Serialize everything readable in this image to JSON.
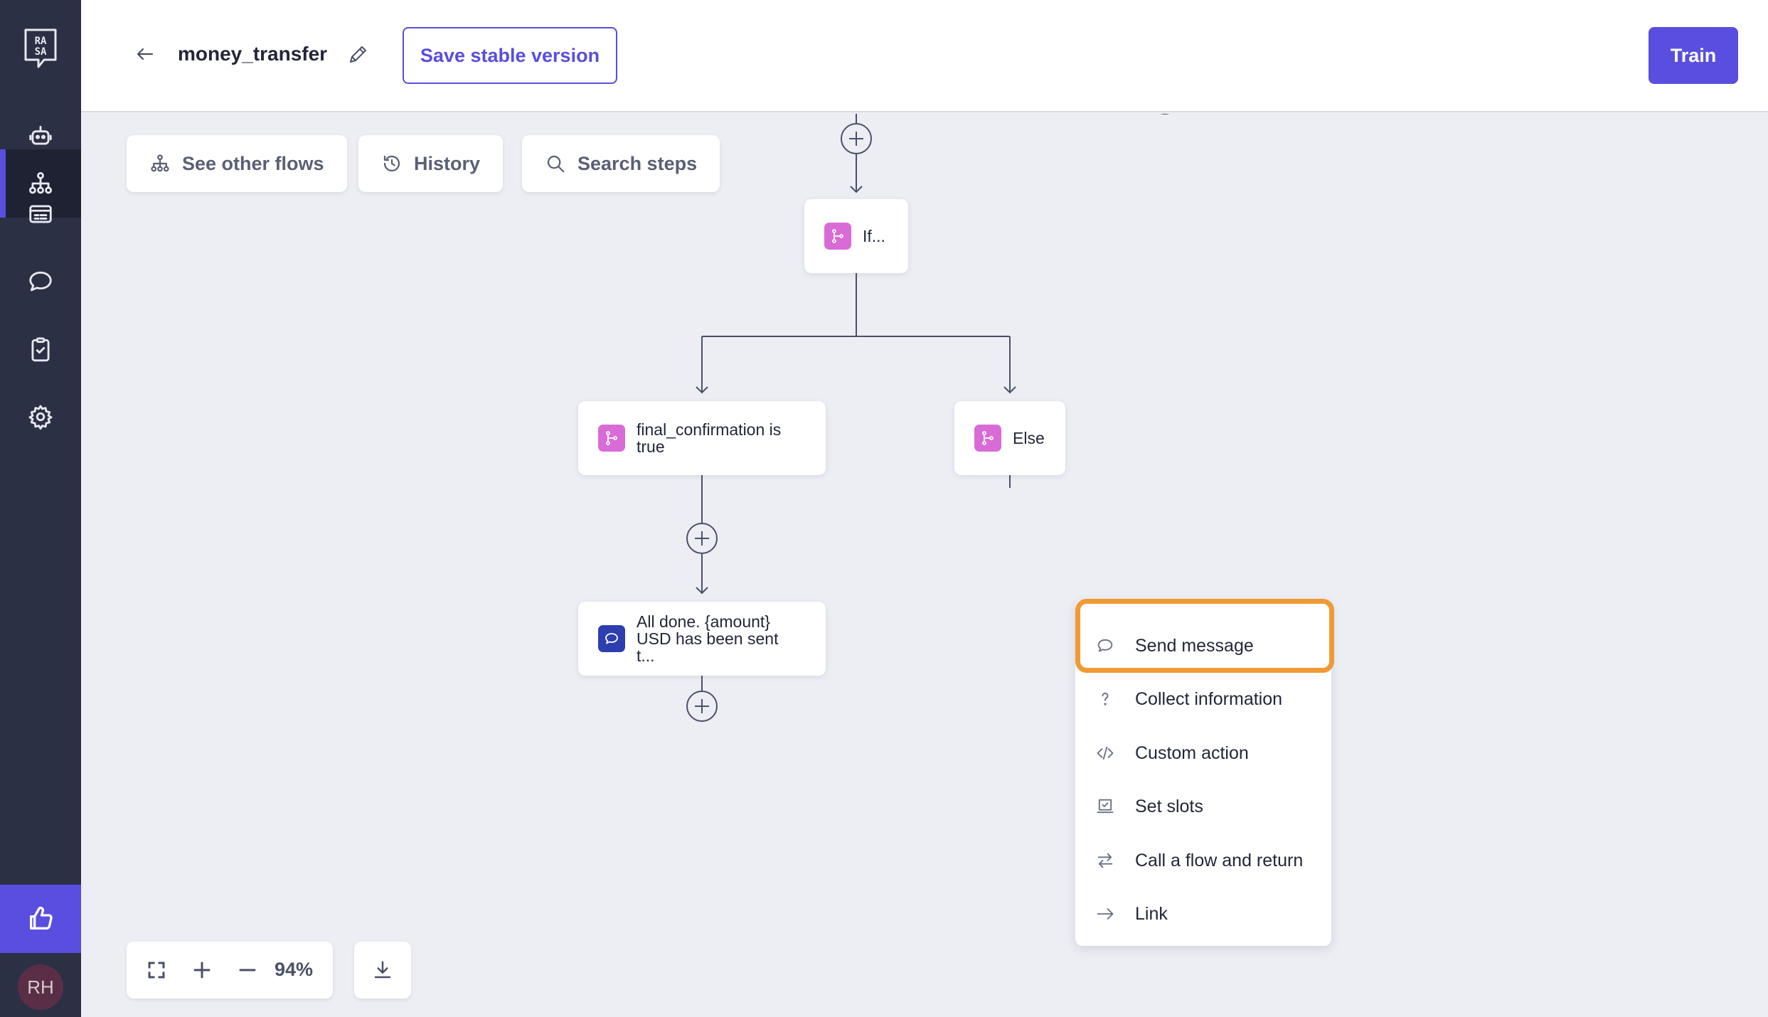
{
  "header": {
    "flow_name": "money_transfer",
    "save_label": "Save stable version",
    "train_label": "Train"
  },
  "sidebar": {
    "items": [
      {
        "icon": "robot-icon"
      },
      {
        "icon": "wave-hand-icon"
      },
      {
        "icon": "flows-icon",
        "active": true
      },
      {
        "icon": "responses-icon"
      },
      {
        "icon": "chat-icon"
      },
      {
        "icon": "clipboard-check-icon"
      },
      {
        "icon": "gear-icon"
      }
    ],
    "feedback_icon": "thumbs-up-icon",
    "avatar_initials": "RH"
  },
  "toolbar": {
    "see_flows_label": "See other flows",
    "history_label": "History",
    "search_label": "Search steps"
  },
  "nodes": {
    "if_label": "If...",
    "condition_label": "final_confirmation is true",
    "else_label": "Else",
    "message_label": "All done. {amount} USD has been sent t..."
  },
  "step_menu": {
    "items": [
      {
        "label": "Send message",
        "icon": "speech-bubble-icon"
      },
      {
        "label": "Collect information",
        "icon": "question-icon"
      },
      {
        "label": "Custom action",
        "icon": "code-icon"
      },
      {
        "label": "Set slots",
        "icon": "slot-icon"
      },
      {
        "label": "Call a flow and return",
        "icon": "swap-arrows-icon"
      },
      {
        "label": "Link",
        "icon": "arrow-right-icon"
      }
    ]
  },
  "zoom": {
    "level": "94%"
  },
  "colors": {
    "sidebar": "#2c3045",
    "accent": "#5a4ee0",
    "highlight": "#f09a35",
    "branch_icon": "#d96bd6",
    "message_icon": "#2d3fb0"
  }
}
